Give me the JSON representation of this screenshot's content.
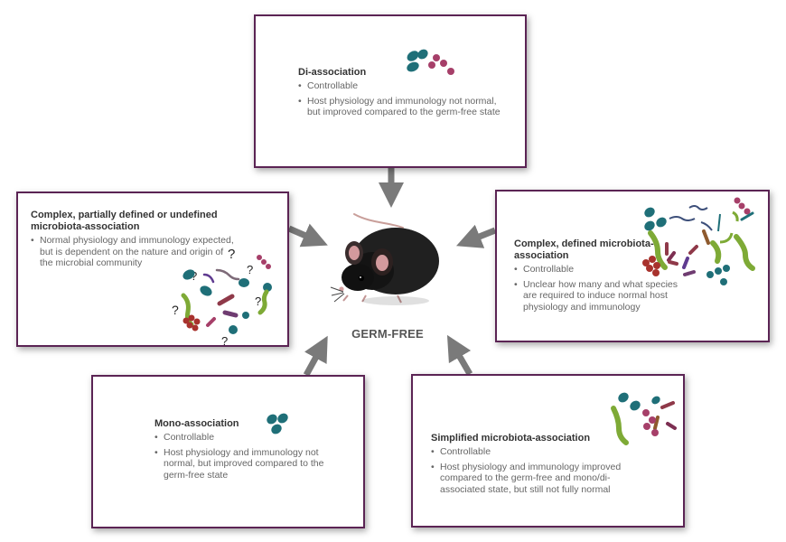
{
  "center": {
    "label": "GERM-FREE"
  },
  "di_association": {
    "title": "Di-association",
    "bullets": [
      "Controllable",
      "Host physiology and immunology not normal, but improved compared to the germ-free state"
    ]
  },
  "complex_partial": {
    "title": "Complex, partially defined or undefined microbiota-association",
    "bullets": [
      "Normal physiology and immunology expected, but is dependent on the nature and origin of the microbial community"
    ]
  },
  "complex_defined": {
    "title": "Complex, defined microbiota-association",
    "bullets": [
      "Controllable",
      "Unclear how many and what species are required to induce normal host physiology and immunology"
    ]
  },
  "mono_association": {
    "title": "Mono-association",
    "bullets": [
      "Controllable",
      "Host physiology and immunology not normal, but improved compared to the germ-free state"
    ]
  },
  "simplified": {
    "title": "Simplified microbiota-association",
    "bullets": [
      "Controllable",
      "Host physiology and immunology improved compared to the germ-free and mono/di-associated state, but still not fully normal"
    ]
  },
  "colors": {
    "box_border": "#5b2454",
    "arrow": "#7a7a7a",
    "title_text": "#333333",
    "body_text": "#666666",
    "microbe_teal": "#1f6f78",
    "microbe_magenta": "#a63f69",
    "microbe_red": "#a8322d",
    "microbe_green": "#7eaa36",
    "microbe_purple": "#5f3b90"
  }
}
